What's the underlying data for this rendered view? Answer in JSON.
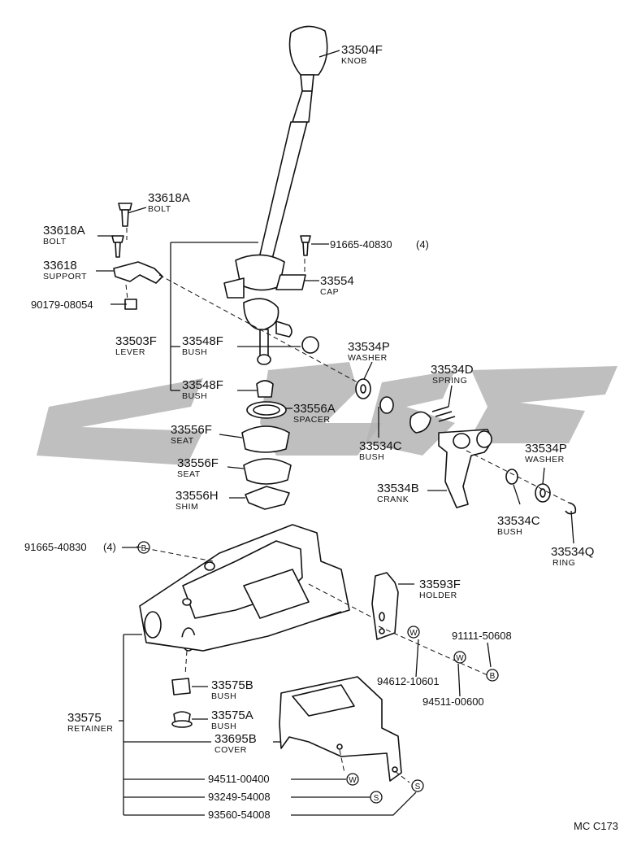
{
  "diagram_code": "MC C173",
  "parts": [
    {
      "id": "knob",
      "number": "33504F",
      "name": "KNOB"
    },
    {
      "id": "bolt-upper",
      "number": "33618A",
      "name": "BOLT"
    },
    {
      "id": "bolt-lower",
      "number": "33618A",
      "name": "BOLT"
    },
    {
      "id": "support",
      "number": "33618",
      "name": "SUPPORT"
    },
    {
      "id": "cap-bolt",
      "number": "91665-40830",
      "qty": "(4)"
    },
    {
      "id": "cap",
      "number": "33554",
      "name": "CAP"
    },
    {
      "id": "nut",
      "number": "90179-08054"
    },
    {
      "id": "lever",
      "number": "33503F",
      "name": "LEVER"
    },
    {
      "id": "bush-upper",
      "number": "33548F",
      "name": "BUSH"
    },
    {
      "id": "bush-lower",
      "number": "33548F",
      "name": "BUSH"
    },
    {
      "id": "washer-1",
      "number": "33534P",
      "name": "WASHER"
    },
    {
      "id": "spring",
      "number": "33534D",
      "name": "SPRING"
    },
    {
      "id": "spacer",
      "number": "33556A",
      "name": "SPACER"
    },
    {
      "id": "seat-upper",
      "number": "33556F",
      "name": "SEAT"
    },
    {
      "id": "seat-lower",
      "number": "33556F",
      "name": "SEAT"
    },
    {
      "id": "shim",
      "number": "33556H",
      "name": "SHIM"
    },
    {
      "id": "bush-c1",
      "number": "33534C",
      "name": "BUSH"
    },
    {
      "id": "crank",
      "number": "33534B",
      "name": "CRANK"
    },
    {
      "id": "washer-2",
      "number": "33534P",
      "name": "WASHER"
    },
    {
      "id": "bush-c2",
      "number": "33534C",
      "name": "BUSH"
    },
    {
      "id": "ring",
      "number": "33534Q",
      "name": "RING"
    },
    {
      "id": "retainer-bolt",
      "number": "91665-40830",
      "qty": "(4)",
      "symbol": "B"
    },
    {
      "id": "holder",
      "number": "33593F",
      "name": "HOLDER"
    },
    {
      "id": "holder-bolt",
      "number": "91111-50608",
      "symbol": "B"
    },
    {
      "id": "holder-washer",
      "number": "94612-10601",
      "symbol": "W"
    },
    {
      "id": "holder-washer-2",
      "number": "94511-00600",
      "symbol": "W"
    },
    {
      "id": "bush-b",
      "number": "33575B",
      "name": "BUSH"
    },
    {
      "id": "bush-a",
      "number": "33575A",
      "name": "BUSH"
    },
    {
      "id": "retainer",
      "number": "33575",
      "name": "RETAINER"
    },
    {
      "id": "cover",
      "number": "33695B",
      "name": "COVER"
    },
    {
      "id": "cover-washer",
      "number": "94511-00400",
      "symbol": "W"
    },
    {
      "id": "screw-1",
      "number": "93249-54008",
      "symbol": "S"
    },
    {
      "id": "screw-2",
      "number": "93560-54008",
      "symbol": "S"
    }
  ]
}
